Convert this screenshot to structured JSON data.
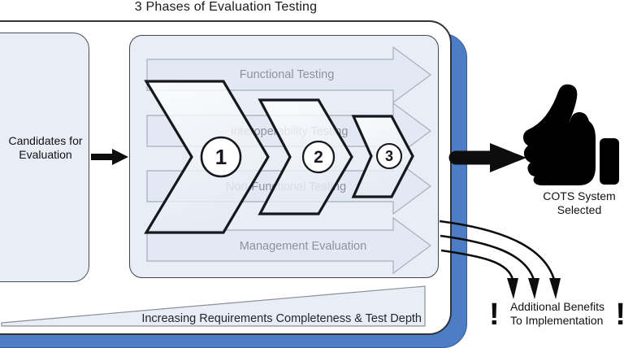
{
  "title": "3 Phases of Evaluation Testing",
  "candidates_box": {
    "line1": "Candidates for",
    "line2": "Evaluation"
  },
  "bands": [
    {
      "label": "Functional Testing"
    },
    {
      "label": "Interoperability Testing"
    },
    {
      "label": "Non-Functional Testing"
    },
    {
      "label": "Management Evaluation"
    }
  ],
  "phases": [
    {
      "number": "1"
    },
    {
      "number": "2"
    },
    {
      "number": "3"
    }
  ],
  "wedge": {
    "label": "Increasing Requirements Completeness & Test Depth"
  },
  "outcome": {
    "line1": "COTS System",
    "line2": "Selected"
  },
  "benefits": {
    "exclaim_left": "!",
    "line1": "Additional Benefits",
    "line2": "To Implementation",
    "exclaim_right": "!"
  },
  "colors": {
    "shadow_blue": "#4d7dc5",
    "panel_fill": "#e9eef6",
    "band_fill": "#e2e9f4",
    "band_text": "#8d929b"
  }
}
